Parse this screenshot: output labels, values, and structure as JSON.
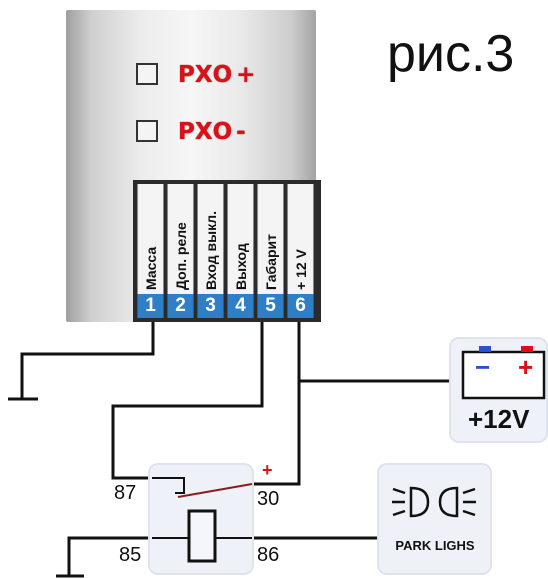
{
  "figure_title": "рис.3",
  "module": {
    "indicators": [
      {
        "label": "РХО",
        "sign": "+"
      },
      {
        "label": "РХО",
        "sign": "-"
      }
    ],
    "pins": [
      {
        "number": "1",
        "label": "Масса"
      },
      {
        "number": "2",
        "label": "Доп. реле"
      },
      {
        "number": "3",
        "label": "Вход выкл."
      },
      {
        "number": "4",
        "label": "Выход"
      },
      {
        "number": "5",
        "label": "Габарит"
      },
      {
        "number": "6",
        "label": "+ 12 V"
      }
    ]
  },
  "relay": {
    "terminals": {
      "t87": "87",
      "t30": "30",
      "t85": "85",
      "t86": "86"
    },
    "plus_mark": "+"
  },
  "battery": {
    "minus": "−",
    "plus": "+",
    "voltage": "+12V"
  },
  "lamp": {
    "label": "PARK LIGHS"
  },
  "colors": {
    "connector_blue": "#2e7fc8",
    "indicator_red": "#d9121a",
    "wire": "#111111",
    "panel_bg": "#eef1f8"
  }
}
